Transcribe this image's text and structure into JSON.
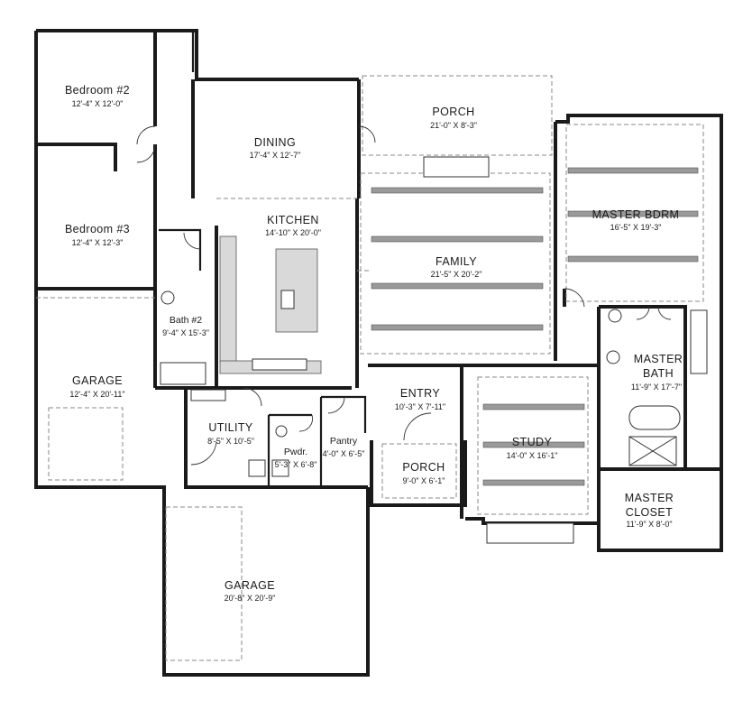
{
  "plan": {
    "rooms": {
      "bedroom2": {
        "name": "Bedroom #2",
        "dim": "12'-4\" X 12'-0\""
      },
      "bedroom3": {
        "name": "Bedroom #3",
        "dim": "12'-4\" X 12'-3\""
      },
      "bath2": {
        "name": "Bath #2",
        "dim": "9'-4\" X 15'-3\""
      },
      "garage_small": {
        "name": "GARAGE",
        "dim": "12'-4\" X 20'-11\""
      },
      "dining": {
        "name": "DINING",
        "dim": "17'-4\" X 12'-7\""
      },
      "kitchen": {
        "name": "KITCHEN",
        "dim": "14'-10\" X 20'-0\""
      },
      "porch_rear": {
        "name": "PORCH",
        "dim": "21'-0\" X 8'-3\""
      },
      "family": {
        "name": "FAMILY",
        "dim": "21'-5\" X 20'-2\""
      },
      "master_bdrm": {
        "name": "MASTER BDRM",
        "dim": "16'-5\" X 19'-3\""
      },
      "master_bath": {
        "name": "MASTER BATH",
        "dim": "11'-9\" X 17'-7\""
      },
      "master_closet": {
        "name": "MASTER CLOSET",
        "dim": "11'-9\" X 8'-0\""
      },
      "utility": {
        "name": "UTILITY",
        "dim": "8'-5\" X 10'-5\""
      },
      "powder": {
        "name": "Pwdr.",
        "dim": "5'-3\" X 6'-8\""
      },
      "pantry": {
        "name": "Pantry",
        "dim": "4'-0\" X 6'-5\""
      },
      "entry": {
        "name": "ENTRY",
        "dim": "10'-3\" X 7'-11\""
      },
      "porch_front": {
        "name": "PORCH",
        "dim": "9'-0\" X 6'-1\""
      },
      "study": {
        "name": "STUDY",
        "dim": "14'-0\" X 16'-1\""
      },
      "garage_large": {
        "name": "GARAGE",
        "dim": "20'-8\" X 20'-9\""
      }
    },
    "colors": {
      "wall": "#1a1a1a",
      "beam": "#9a9a9a",
      "dashed": "#888888"
    }
  }
}
